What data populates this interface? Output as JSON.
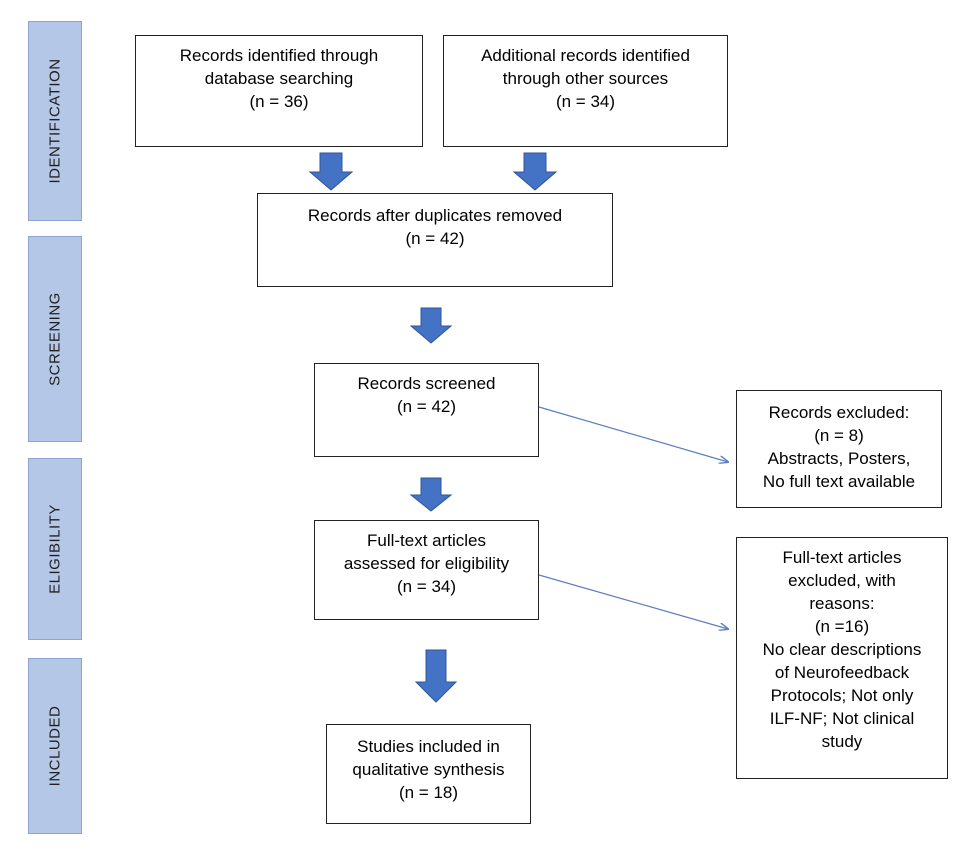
{
  "phases": {
    "identification": "IDENTIFICATION",
    "screening": "SCREENING",
    "eligibility": "ELIGIBILITY",
    "included": "INCLUDED"
  },
  "boxes": {
    "db_search": [
      "Records identified through",
      "database searching",
      "(n = 36)"
    ],
    "other_sources": [
      "Additional records identified",
      "through other sources",
      "(n = 34)"
    ],
    "duplicates_removed": [
      "Records after duplicates removed",
      "(n = 42)"
    ],
    "screened": [
      "Records screened",
      "(n = 42)"
    ],
    "excluded": [
      "Records excluded:",
      "(n = 8)",
      "Abstracts, Posters,",
      "No full text available"
    ],
    "full_text": [
      "Full-text articles",
      "assessed for eligibility",
      "(n = 34)"
    ],
    "full_text_excluded": [
      "Full-text articles",
      "excluded, with",
      "reasons:",
      "(n =16)",
      "No clear descriptions",
      "of Neurofeedback",
      "Protocols; Not only",
      "ILF-NF; Not clinical",
      "study"
    ],
    "included": [
      "Studies included in",
      "qualitative synthesis",
      "(n = 18)"
    ]
  },
  "colors": {
    "phase_fill": "#b4c7e7",
    "arrow_fill": "#4472c4",
    "connector": "#5b7fbf"
  }
}
